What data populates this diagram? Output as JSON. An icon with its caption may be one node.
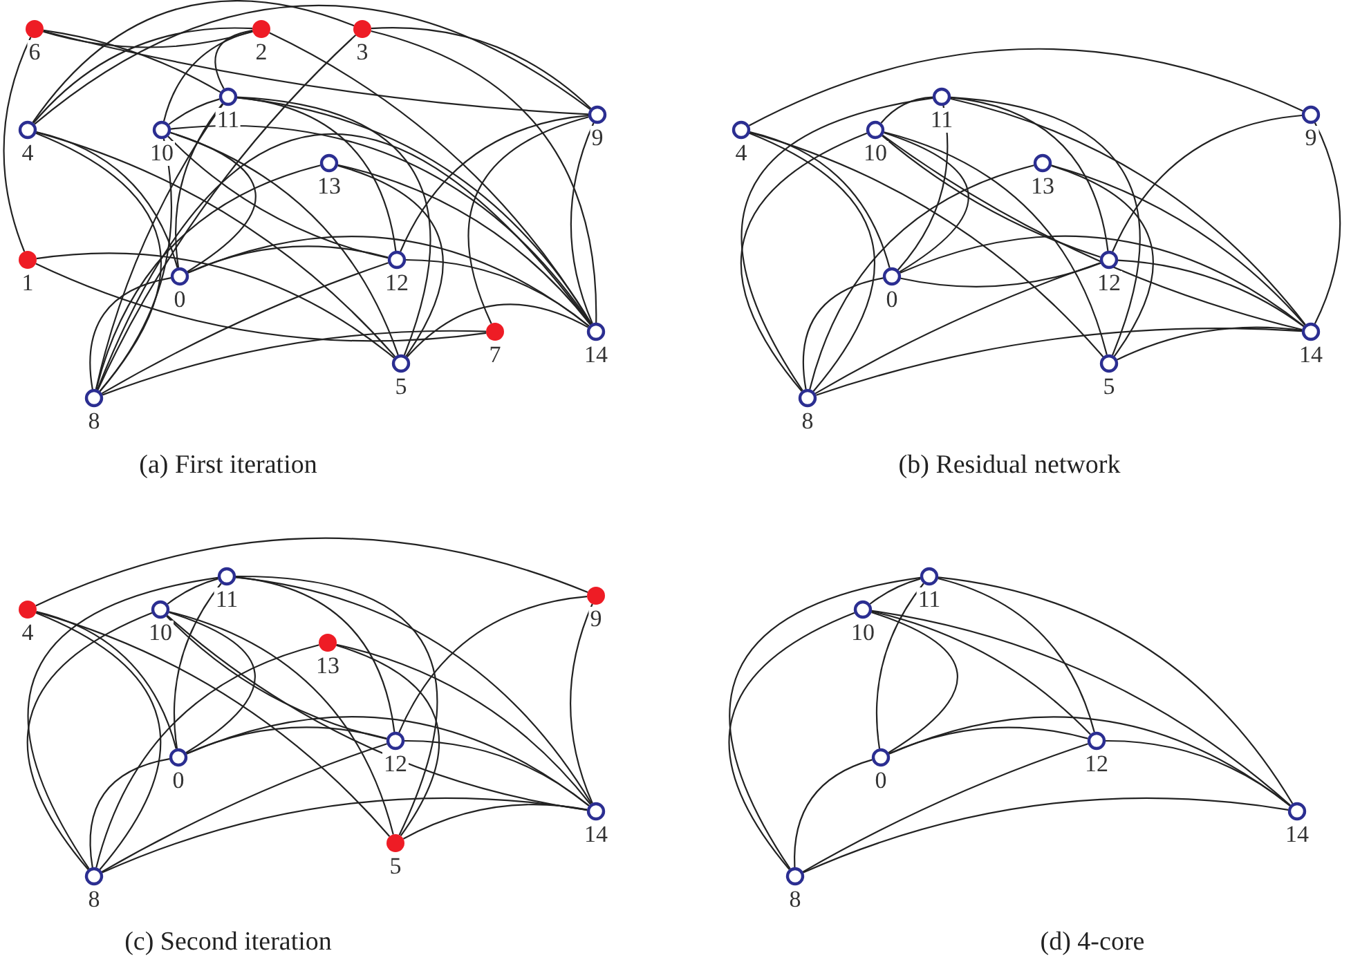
{
  "diagram": {
    "nodes": [
      {
        "text": [
          "6"
        ]
      },
      {
        "text": [
          "2"
        ]
      },
      {
        "text": [
          "3"
        ]
      },
      {
        "text": [
          "11"
        ]
      },
      {
        "text": [
          "4"
        ]
      },
      {
        "text": [
          "10"
        ]
      },
      {
        "text": [
          "9"
        ]
      },
      {
        "text": [
          "13"
        ]
      },
      {
        "text": [
          "1"
        ]
      },
      {
        "text": [
          "0"
        ]
      },
      {
        "text": [
          "12"
        ]
      },
      {
        "text": [
          "7"
        ]
      },
      {
        "text": [
          "14"
        ]
      },
      {
        "text": [
          "5"
        ]
      },
      {
        "text": [
          "8"
        ]
      },
      {
        "text": [
          "11"
        ]
      },
      {
        "text": [
          "9"
        ]
      },
      {
        "text": [
          "4"
        ]
      },
      {
        "text": [
          "10"
        ]
      },
      {
        "text": [
          "13"
        ]
      },
      {
        "text": [
          "0"
        ]
      },
      {
        "text": [
          "12"
        ]
      },
      {
        "text": [
          "14"
        ]
      },
      {
        "text": [
          "5"
        ]
      },
      {
        "text": [
          "8"
        ]
      },
      {
        "text": [
          "11"
        ]
      },
      {
        "text": [
          "9"
        ]
      },
      {
        "text": [
          "4"
        ]
      },
      {
        "text": [
          "10"
        ]
      },
      {
        "text": [
          "13"
        ]
      },
      {
        "text": [
          "0"
        ]
      },
      {
        "text": [
          "12"
        ]
      },
      {
        "text": [
          "14"
        ]
      },
      {
        "text": [
          "5"
        ]
      },
      {
        "text": [
          "8"
        ]
      },
      {
        "text": [
          "11"
        ]
      },
      {
        "text": [
          "10"
        ]
      },
      {
        "text": [
          "0"
        ]
      },
      {
        "text": [
          "12"
        ]
      },
      {
        "text": [
          "14"
        ]
      },
      {
        "text": [
          "8"
        ]
      }
    ],
    "edges": [
      {
        "from": 4,
        "to": 6,
        "arrow": "none"
      },
      {
        "from": 4,
        "to": 9,
        "arrow": "none"
      },
      {
        "from": 4,
        "to": 14,
        "arrow": "none"
      },
      {
        "from": 4,
        "to": 13,
        "arrow": "none"
      },
      {
        "from": 6,
        "to": 10,
        "arrow": "none"
      },
      {
        "from": 6,
        "to": 12,
        "arrow": "none"
      },
      {
        "from": 7,
        "to": 12,
        "arrow": "none"
      },
      {
        "from": 7,
        "to": 14,
        "arrow": "none"
      },
      {
        "from": 7,
        "to": 13,
        "arrow": "none"
      },
      {
        "from": 5,
        "to": 13,
        "arrow": "none"
      },
      {
        "from": 3,
        "to": 13,
        "arrow": "none"
      },
      {
        "from": 13,
        "to": 12,
        "arrow": "none"
      },
      {
        "from": 5,
        "to": 3,
        "arrow": "none"
      },
      {
        "from": 3,
        "to": 12,
        "arrow": "none"
      },
      {
        "from": 5,
        "to": 12,
        "arrow": "none"
      },
      {
        "from": 3,
        "to": 9,
        "arrow": "none"
      },
      {
        "from": 5,
        "to": 9,
        "arrow": "none"
      },
      {
        "from": 3,
        "to": 14,
        "arrow": "none"
      },
      {
        "from": 5,
        "to": 14,
        "arrow": "none"
      },
      {
        "from": 5,
        "to": 10,
        "arrow": "none"
      },
      {
        "from": 3,
        "to": 10,
        "arrow": "none"
      },
      {
        "from": 9,
        "to": 10,
        "arrow": "none"
      },
      {
        "from": 9,
        "to": 14,
        "arrow": "none"
      },
      {
        "from": 9,
        "to": 12,
        "arrow": "none"
      },
      {
        "from": 14,
        "to": 12,
        "arrow": "none"
      },
      {
        "from": 14,
        "to": 10,
        "arrow": "none"
      },
      {
        "from": 10,
        "to": 12,
        "arrow": "none"
      },
      {
        "from": 0,
        "to": 3,
        "arrow": "none"
      },
      {
        "from": 0,
        "to": 6,
        "arrow": "none"
      },
      {
        "from": 0,
        "to": 1,
        "arrow": "none"
      },
      {
        "from": 0,
        "to": 8,
        "arrow": "none"
      },
      {
        "from": 1,
        "to": 5,
        "arrow": "none"
      },
      {
        "from": 1,
        "to": 3,
        "arrow": "none"
      },
      {
        "from": 1,
        "to": 4,
        "arrow": "none"
      },
      {
        "from": 1,
        "to": 12,
        "arrow": "none"
      },
      {
        "from": 2,
        "to": 6,
        "arrow": "none"
      },
      {
        "from": 2,
        "to": 12,
        "arrow": "none"
      },
      {
        "from": 2,
        "to": 14,
        "arrow": "none"
      },
      {
        "from": 2,
        "to": 4,
        "arrow": "none"
      },
      {
        "from": 8,
        "to": 11,
        "arrow": "none"
      },
      {
        "from": 8,
        "to": 13,
        "arrow": "none"
      },
      {
        "from": 11,
        "to": 6,
        "arrow": "none"
      },
      {
        "from": 11,
        "to": 14,
        "arrow": "none"
      },
      {
        "from": 17,
        "to": 16,
        "arrow": "none"
      },
      {
        "from": 17,
        "to": 20,
        "arrow": "none"
      },
      {
        "from": 17,
        "to": 24,
        "arrow": "none"
      },
      {
        "from": 17,
        "to": 23,
        "arrow": "none"
      },
      {
        "from": 16,
        "to": 21,
        "arrow": "none"
      },
      {
        "from": 16,
        "to": 22,
        "arrow": "none"
      },
      {
        "from": 19,
        "to": 22,
        "arrow": "none"
      },
      {
        "from": 19,
        "to": 24,
        "arrow": "none"
      },
      {
        "from": 19,
        "to": 23,
        "arrow": "none"
      },
      {
        "from": 18,
        "to": 23,
        "arrow": "none"
      },
      {
        "from": 15,
        "to": 23,
        "arrow": "none"
      },
      {
        "from": 23,
        "to": 22,
        "arrow": "none"
      },
      {
        "from": 18,
        "to": 15,
        "arrow": "none"
      },
      {
        "from": 15,
        "to": 22,
        "arrow": "none"
      },
      {
        "from": 18,
        "to": 22,
        "arrow": "none"
      },
      {
        "from": 15,
        "to": 20,
        "arrow": "none"
      },
      {
        "from": 18,
        "to": 20,
        "arrow": "none"
      },
      {
        "from": 15,
        "to": 24,
        "arrow": "none"
      },
      {
        "from": 18,
        "to": 24,
        "arrow": "none"
      },
      {
        "from": 18,
        "to": 21,
        "arrow": "none"
      },
      {
        "from": 15,
        "to": 21,
        "arrow": "none"
      },
      {
        "from": 20,
        "to": 21,
        "arrow": "none"
      },
      {
        "from": 20,
        "to": 24,
        "arrow": "none"
      },
      {
        "from": 20,
        "to": 22,
        "arrow": "none"
      },
      {
        "from": 24,
        "to": 22,
        "arrow": "none"
      },
      {
        "from": 24,
        "to": 21,
        "arrow": "none"
      },
      {
        "from": 21,
        "to": 22,
        "arrow": "none"
      },
      {
        "from": 27,
        "to": 26,
        "arrow": "none"
      },
      {
        "from": 27,
        "to": 30,
        "arrow": "none"
      },
      {
        "from": 27,
        "to": 34,
        "arrow": "none"
      },
      {
        "from": 27,
        "to": 33,
        "arrow": "none"
      },
      {
        "from": 26,
        "to": 31,
        "arrow": "none"
      },
      {
        "from": 26,
        "to": 32,
        "arrow": "none"
      },
      {
        "from": 29,
        "to": 32,
        "arrow": "none"
      },
      {
        "from": 29,
        "to": 34,
        "arrow": "none"
      },
      {
        "from": 29,
        "to": 33,
        "arrow": "none"
      },
      {
        "from": 28,
        "to": 33,
        "arrow": "none"
      },
      {
        "from": 25,
        "to": 33,
        "arrow": "none"
      },
      {
        "from": 33,
        "to": 32,
        "arrow": "none"
      },
      {
        "from": 28,
        "to": 25,
        "arrow": "none"
      },
      {
        "from": 25,
        "to": 32,
        "arrow": "none"
      },
      {
        "from": 28,
        "to": 32,
        "arrow": "none"
      },
      {
        "from": 25,
        "to": 30,
        "arrow": "none"
      },
      {
        "from": 28,
        "to": 30,
        "arrow": "none"
      },
      {
        "from": 25,
        "to": 34,
        "arrow": "none"
      },
      {
        "from": 28,
        "to": 34,
        "arrow": "none"
      },
      {
        "from": 28,
        "to": 31,
        "arrow": "none"
      },
      {
        "from": 25,
        "to": 31,
        "arrow": "none"
      },
      {
        "from": 30,
        "to": 31,
        "arrow": "none"
      },
      {
        "from": 30,
        "to": 34,
        "arrow": "none"
      },
      {
        "from": 30,
        "to": 32,
        "arrow": "none"
      },
      {
        "from": 34,
        "to": 32,
        "arrow": "none"
      },
      {
        "from": 34,
        "to": 31,
        "arrow": "none"
      },
      {
        "from": 31,
        "to": 32,
        "arrow": "none"
      },
      {
        "from": 36,
        "to": 35,
        "arrow": "none"
      },
      {
        "from": 35,
        "to": 39,
        "arrow": "none"
      },
      {
        "from": 36,
        "to": 39,
        "arrow": "none"
      },
      {
        "from": 35,
        "to": 37,
        "arrow": "none"
      },
      {
        "from": 36,
        "to": 37,
        "arrow": "none"
      },
      {
        "from": 35,
        "to": 40,
        "arrow": "none"
      },
      {
        "from": 36,
        "to": 40,
        "arrow": "none"
      },
      {
        "from": 36,
        "to": 38,
        "arrow": "none"
      },
      {
        "from": 35,
        "to": 38,
        "arrow": "none"
      },
      {
        "from": 37,
        "to": 38,
        "arrow": "none"
      },
      {
        "from": 37,
        "to": 40,
        "arrow": "none"
      },
      {
        "from": 37,
        "to": 39,
        "arrow": "none"
      },
      {
        "from": 40,
        "to": 39,
        "arrow": "none"
      },
      {
        "from": 40,
        "to": 38,
        "arrow": "none"
      },
      {
        "from": 38,
        "to": 39,
        "arrow": "none"
      }
    ],
    "labels": [
      "(a) First iteration",
      "(b) Residual network",
      "(c) Second iteration",
      "(d) 4-core"
    ]
  }
}
